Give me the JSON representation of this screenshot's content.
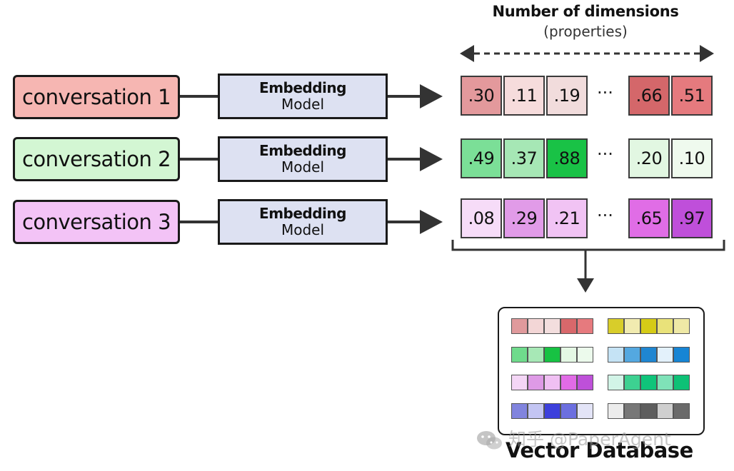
{
  "header": {
    "title": "Number of dimensions",
    "subtitle": "(properties)"
  },
  "rows": [
    {
      "conversation": "conversation 1",
      "conv_color": "#f6b6b2",
      "model_line1": "Embedding",
      "model_line2": "Model",
      "values": [
        ".30",
        ".11",
        ".19",
        ".66",
        ".51"
      ],
      "cell_colors": [
        "#e3999c",
        "#f6dcdc",
        "#f1dcdc",
        "#d4676a",
        "#e57a7e"
      ]
    },
    {
      "conversation": "conversation 2",
      "conv_color": "#d3f6d3",
      "model_line1": "Embedding",
      "model_line2": "Model",
      "values": [
        ".49",
        ".37",
        ".88",
        ".20",
        ".10"
      ],
      "cell_colors": [
        "#7bdf97",
        "#a6e7b5",
        "#19c246",
        "#e2f7e2",
        "#effaee"
      ]
    },
    {
      "conversation": "conversation 3",
      "conv_color": "#f3c3f6",
      "model_line1": "Embedding",
      "model_line2": "Model",
      "values": [
        ".08",
        ".29",
        ".21",
        ".65",
        ".97"
      ],
      "cell_colors": [
        "#f6dcf8",
        "#e19be8",
        "#f1c3f4",
        "#e06de6",
        "#bf4fda"
      ]
    }
  ],
  "ellipsis": "···",
  "database": {
    "label": "Vector Database",
    "grid": [
      [
        [
          "#e09a9c",
          "#f3d6d6",
          "#f3dede",
          "#d8686b",
          "#e67a7e"
        ],
        [
          "#d8cd2a",
          "#f1ebb0",
          "#d5cb17",
          "#e9e27a",
          "#efe9a6"
        ]
      ],
      [
        [
          "#6fdb8c",
          "#a7e8b6",
          "#17c243",
          "#e4f8e4",
          "#ecfaec"
        ],
        [
          "#c5e3f5",
          "#54a8e0",
          "#1f86d1",
          "#e3f1fb",
          "#1785d4"
        ]
      ],
      [
        [
          "#f4d6f6",
          "#de9ae6",
          "#f0c0f3",
          "#e16be6",
          "#be50d9"
        ],
        [
          "#d2f4e7",
          "#3dd191",
          "#0fc47a",
          "#7fe2b8",
          "#0ec176"
        ]
      ],
      [
        [
          "#8184de",
          "#c3c5f3",
          "#3d40dc",
          "#6c6fdf",
          "#e3e4f7"
        ],
        [
          "#ececec",
          "#777777",
          "#5e5e5e",
          "#cfcfcf",
          "#6a6a6a"
        ]
      ]
    ]
  },
  "watermark": {
    "source": "知乎 @PaperAgent"
  }
}
